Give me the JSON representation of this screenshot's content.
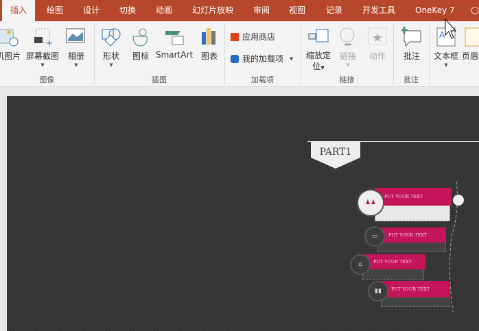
{
  "tabs": [
    {
      "label": "插入",
      "active": true
    },
    {
      "label": "绘图"
    },
    {
      "label": "设计"
    },
    {
      "label": "切换"
    },
    {
      "label": "动画"
    },
    {
      "label": "幻灯片放映"
    },
    {
      "label": "审阅"
    },
    {
      "label": "视图"
    },
    {
      "label": "记录"
    },
    {
      "label": "开发工具"
    },
    {
      "label": "OneKey 7"
    }
  ],
  "groups": {
    "images": {
      "label": "图像",
      "items": [
        "机图片",
        "屏幕截图",
        "相册"
      ]
    },
    "illustrations": {
      "label": "插图",
      "items": [
        "形状",
        "图标",
        "SmartArt",
        "图表"
      ]
    },
    "addins": {
      "label": "加载项",
      "items": [
        "应用商店",
        "我的加载项"
      ]
    },
    "links": {
      "label": "链接",
      "items": [
        "缩放定位",
        "链接",
        "动作"
      ]
    },
    "comments": {
      "label": "批注",
      "items": [
        "批注"
      ]
    },
    "text": {
      "items": [
        "文本框",
        "页眉和"
      ]
    }
  },
  "slide": {
    "part": "PART1",
    "items": [
      "PUT YOUR TEXT",
      "PUT YOUR TEXT",
      "PUT YOUR TEXT",
      "PUT YOUR TEXT"
    ]
  },
  "colors": {
    "tabbar": "#b7472a",
    "accent": "#c4145a"
  }
}
